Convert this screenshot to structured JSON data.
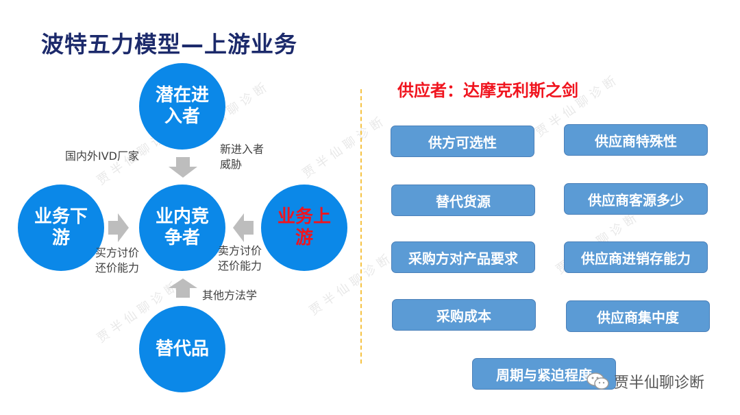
{
  "title": "波特五力模型—上游业务",
  "forces": {
    "top": "潜在进入者",
    "left": "业务下游",
    "center": "业内竞争者",
    "right": "业务上游",
    "bottom": "替代品"
  },
  "labels": {
    "top_left": "国内外IVD厂家",
    "top_right_1": "新进入者",
    "top_right_2": "威胁",
    "buyer_1": "买方讨价",
    "buyer_2": "还价能力",
    "seller_1": "卖方讨价",
    "seller_2": "还价能力",
    "bottom": "其他方法学"
  },
  "supplier_heading": "供应者：达摩克利斯之剑",
  "factors": [
    "供方可选性",
    "供应商特殊性",
    "替代货源",
    "供应商客源多少",
    "采购方对产品要求",
    "供应商进销存能力",
    "采购成本",
    "供应商集中度",
    "周期与紧迫程度"
  ],
  "watermark": "贾半仙聊诊断",
  "colors": {
    "circle": "#0b88e8",
    "box": "#5b9bd5",
    "highlight": "#f0141e",
    "title": "#1c2a6b"
  }
}
